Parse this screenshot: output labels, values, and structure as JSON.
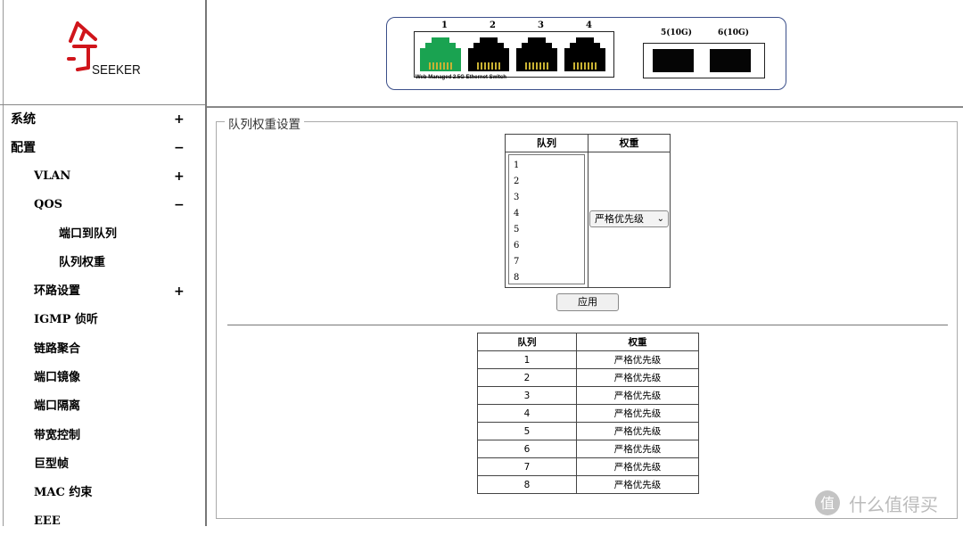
{
  "logo": {
    "text": "SEEKER",
    "color": "#d0151b"
  },
  "sidebar": {
    "items": [
      {
        "label": "系统",
        "sign": "+"
      },
      {
        "label": "配置",
        "sign": "−"
      },
      {
        "label": "VLAN",
        "sign": "+"
      },
      {
        "label": "QOS",
        "sign": "−"
      },
      {
        "label": "端口到队列",
        "sign": ""
      },
      {
        "label": "队列权重",
        "sign": ""
      },
      {
        "label": "环路设置",
        "sign": "+"
      },
      {
        "label": "IGMP 侦听",
        "sign": ""
      },
      {
        "label": "链路聚合",
        "sign": ""
      },
      {
        "label": "端口镜像",
        "sign": ""
      },
      {
        "label": "端口隔离",
        "sign": ""
      },
      {
        "label": "带宽控制",
        "sign": ""
      },
      {
        "label": "巨型帧",
        "sign": ""
      },
      {
        "label": "MAC 约束",
        "sign": ""
      },
      {
        "label": "EEE",
        "sign": ""
      }
    ]
  },
  "switch_panel": {
    "rj45_ports": [
      {
        "label": "1",
        "state": "active",
        "color": "#1aa351"
      },
      {
        "label": "2",
        "state": "inactive",
        "color": "#000000"
      },
      {
        "label": "3",
        "state": "inactive",
        "color": "#000000"
      },
      {
        "label": "4",
        "state": "inactive",
        "color": "#000000"
      }
    ],
    "sfp_ports": [
      {
        "label": "5(10G)"
      },
      {
        "label": "6(10G)"
      }
    ],
    "model_text": "Web Managed 2.5G Ethernet Switch",
    "border_color": "#3b4f8a"
  },
  "content": {
    "legend": "队列权重设置",
    "config_table": {
      "col_queue": "队列",
      "col_weight": "权重",
      "queue_options": [
        "1",
        "2",
        "3",
        "4",
        "5",
        "6",
        "7",
        "8"
      ],
      "weight_selected": "严格优先级"
    },
    "apply_label": "应用",
    "summary": {
      "headers": [
        "队列",
        "权重"
      ],
      "rows": [
        [
          "1",
          "严格优先级"
        ],
        [
          "2",
          "严格优先级"
        ],
        [
          "3",
          "严格优先级"
        ],
        [
          "4",
          "严格优先级"
        ],
        [
          "5",
          "严格优先级"
        ],
        [
          "6",
          "严格优先级"
        ],
        [
          "7",
          "严格优先级"
        ],
        [
          "8",
          "严格优先级"
        ]
      ]
    }
  },
  "watermark": {
    "text": "什么值得买",
    "icon": "zdm-logo-icon"
  }
}
